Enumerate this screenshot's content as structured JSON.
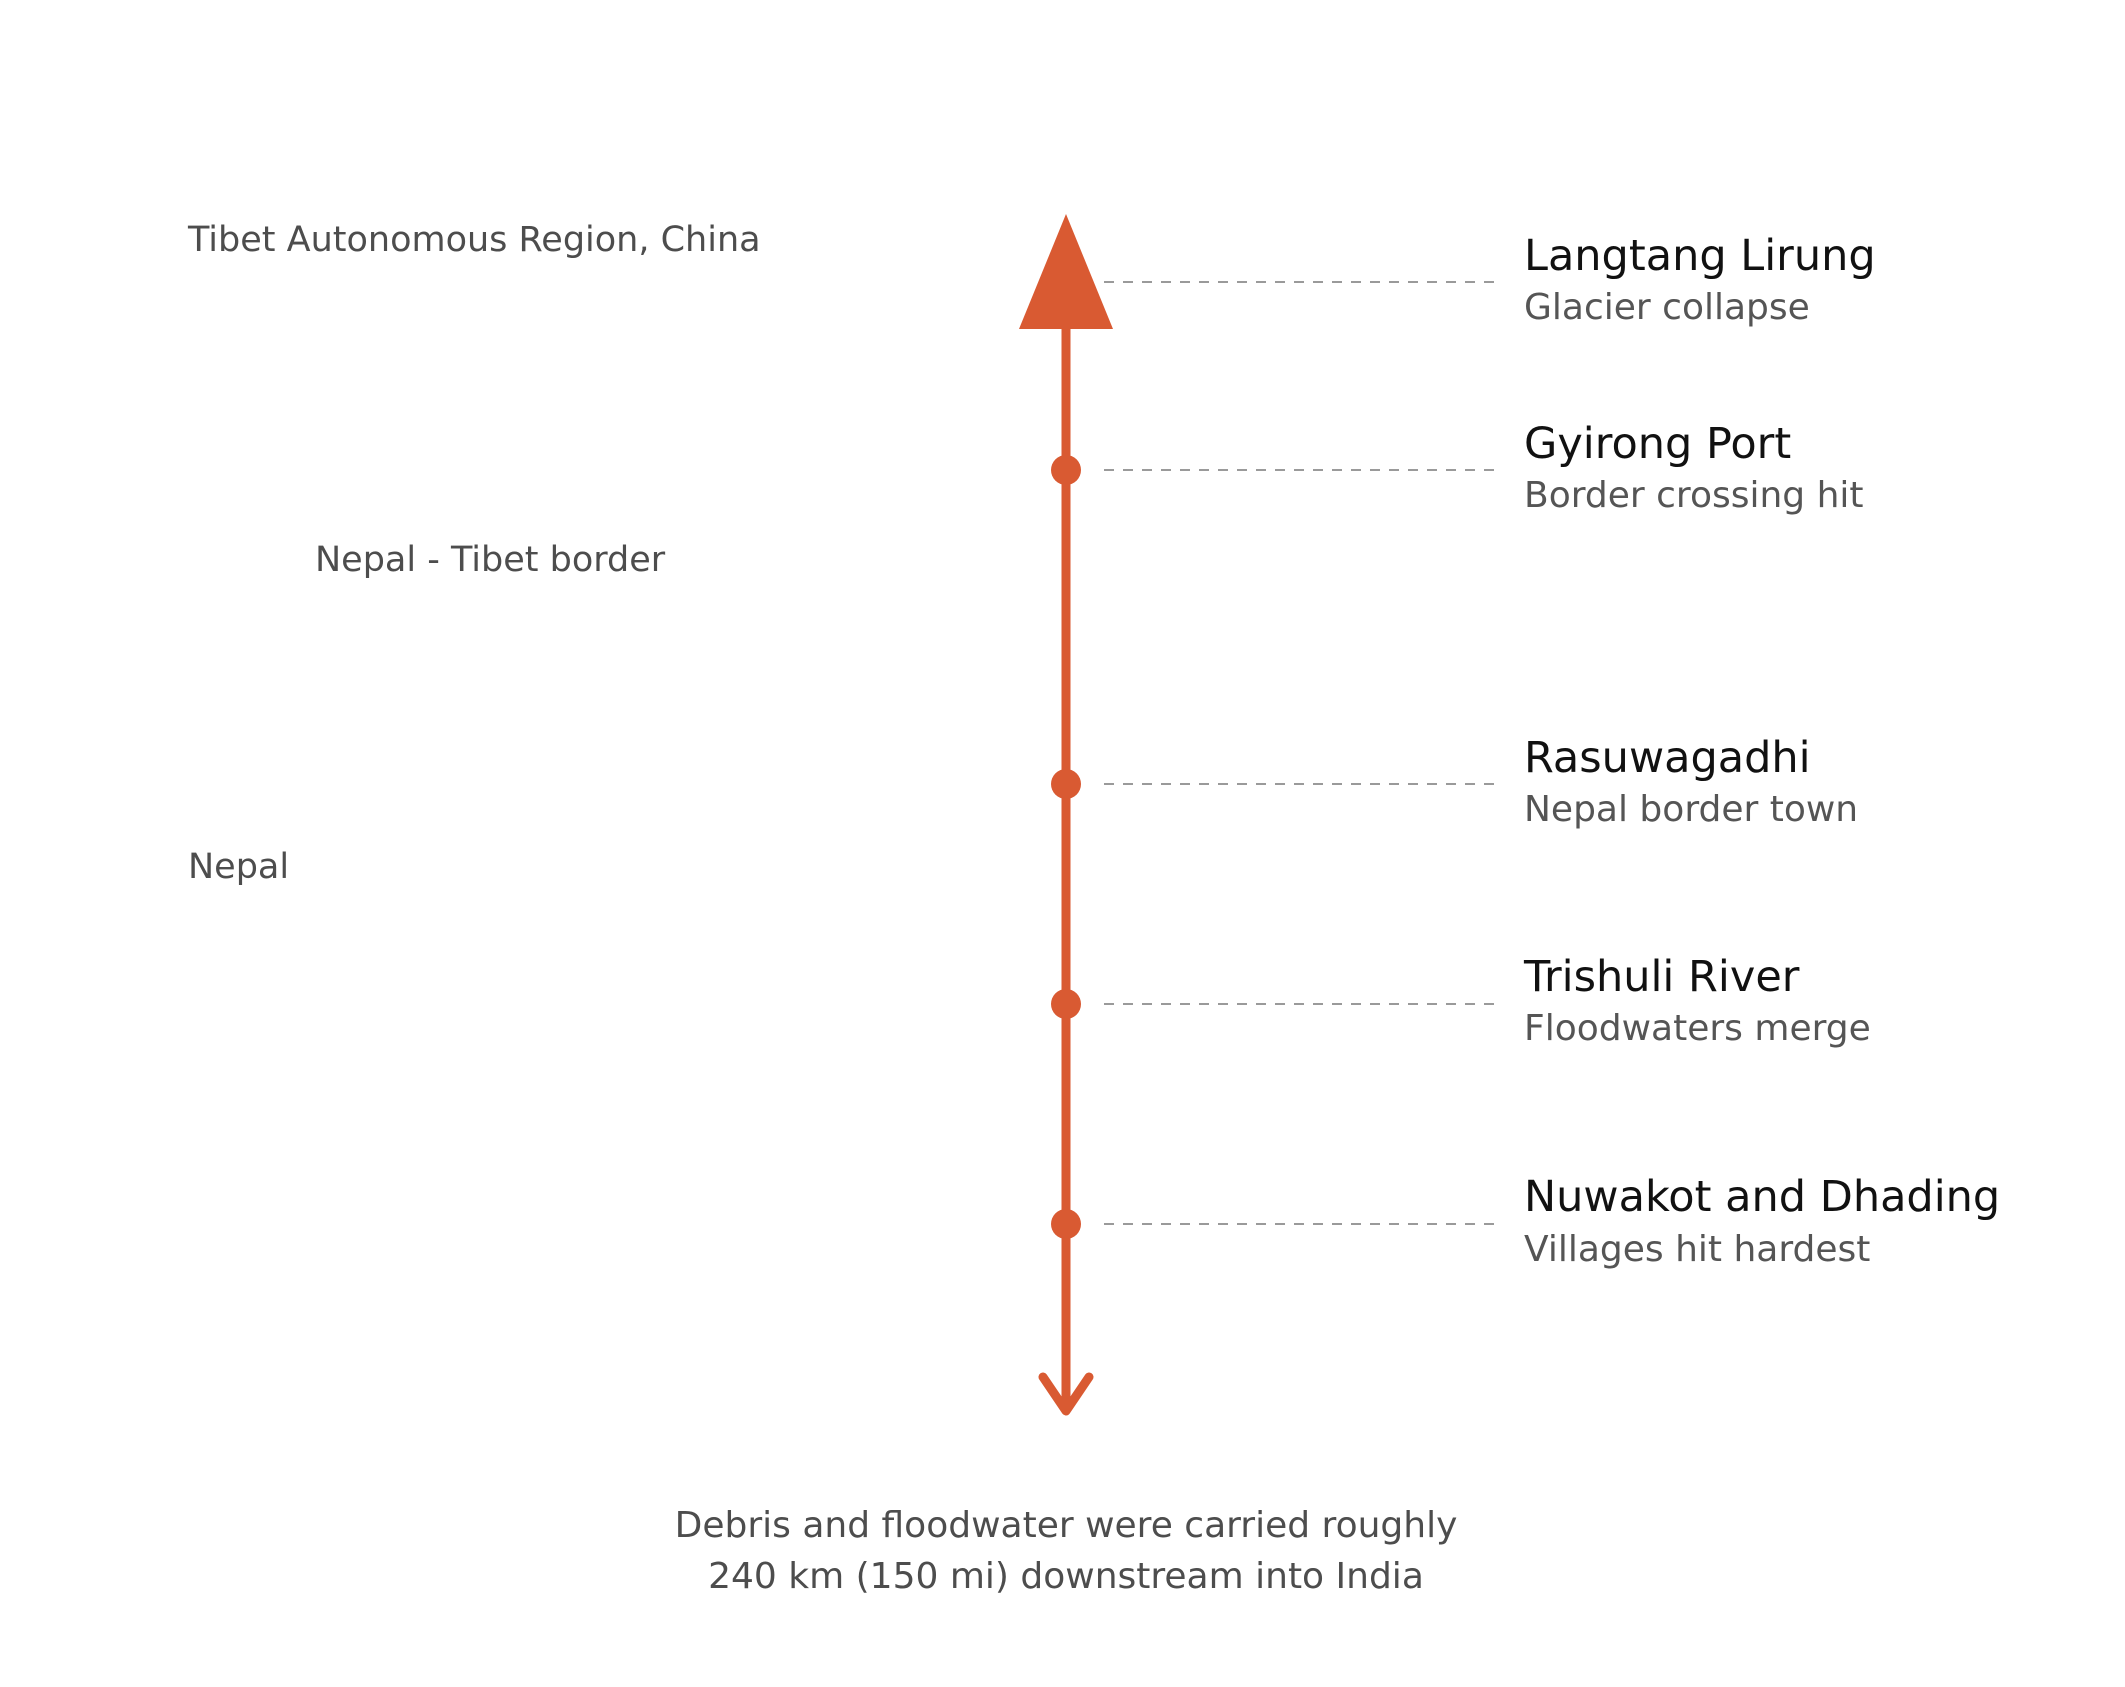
{
  "colors": {
    "accent": "#d95a32",
    "region_text": "#4d4d4d",
    "title_text": "#111111",
    "subtitle_text": "#555555",
    "leader_line": "#9a9a9a"
  },
  "regions": {
    "tibet": "Tibet Autonomous Region, China",
    "border": "Nepal - Tibet border",
    "nepal": "Nepal"
  },
  "events": [
    {
      "marker": "triangle-icon",
      "title": "Langtang Lirung",
      "subtitle": "Glacier collapse"
    },
    {
      "marker": "dot-icon",
      "title": "Gyirong Port",
      "subtitle": "Border crossing hit"
    },
    {
      "marker": "dot-icon",
      "title": "Rasuwagadhi",
      "subtitle": "Nepal border town"
    },
    {
      "marker": "dot-icon",
      "title": "Trishuli River",
      "subtitle": "Floodwaters merge"
    },
    {
      "marker": "dot-icon",
      "title": "Nuwakot and Dhading",
      "subtitle": "Villages hit hardest"
    }
  ],
  "footnote": {
    "line1": "Debris and floodwater were carried roughly",
    "line2": "240 km (150 mi) downstream into India"
  }
}
